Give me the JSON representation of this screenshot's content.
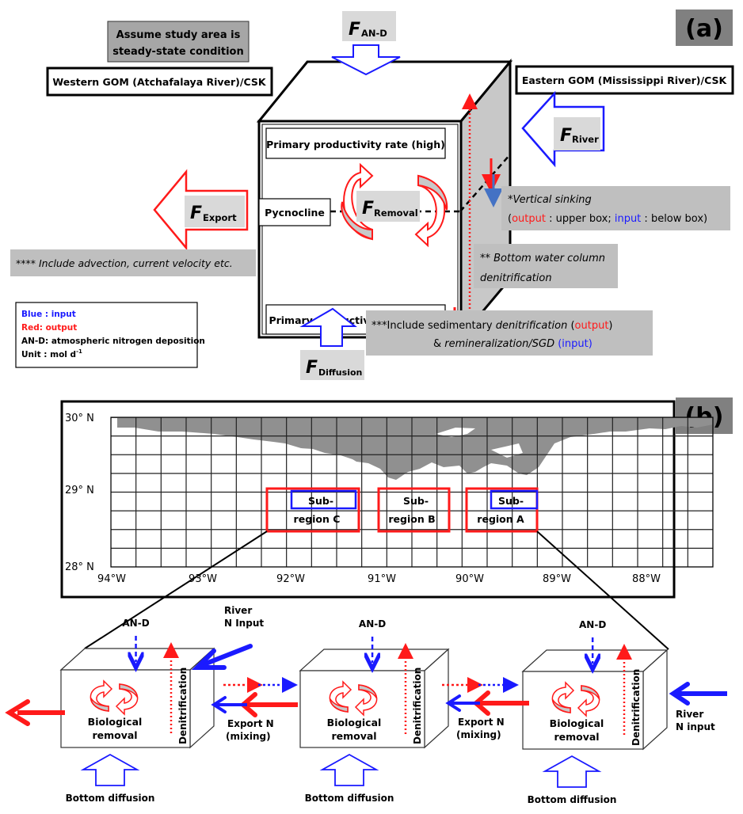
{
  "panel_a": {
    "label": "(a)",
    "assumption": [
      "Assume study area is",
      "steady-state condition"
    ],
    "western_label": "Western GOM (Atchafalaya River)/CSK",
    "eastern_label": "Eastern GOM (Mississippi River)/CSK",
    "fluxes": {
      "atm": {
        "symbol": "F",
        "sub": "AN-D"
      },
      "river": {
        "symbol": "F",
        "sub": "River"
      },
      "export": {
        "symbol": "F",
        "sub": "Export"
      },
      "removal": {
        "symbol": "F",
        "sub": "Removal"
      },
      "diffusion": {
        "symbol": "F",
        "sub": "Diffusion"
      }
    },
    "layers": {
      "upper": "Primary productivity rate (high)",
      "pycnocline": "Pycnocline",
      "lower": "Primary productivity rate (low)"
    },
    "notes": {
      "vertical_sinking_title": "*Vertical sinking",
      "vertical_sinking_open": "(",
      "vertical_sinking_output": "output",
      "vertical_sinking_mid": " : upper box; ",
      "vertical_sinking_input": "input",
      "vertical_sinking_end": " : below box)",
      "bottom_denit_1": "** Bottom water column",
      "bottom_denit_2": "denitrification",
      "sediment_prefix": "***Include sedimentary ",
      "sediment_denit": "denitrification",
      "sediment_output": "output",
      "sediment_line2_prefix": "& ",
      "sediment_remin": "remineralization/SGD",
      "sediment_input": "(input)",
      "advection": "**** Include advection, current velocity etc."
    },
    "legend": {
      "blue": "Blue : input",
      "red": "Red: output",
      "and": "AN-D: atmospheric nitrogen deposition",
      "unit": "Unit : mol d",
      "unit_sup": "-1"
    }
  },
  "panel_b": {
    "label": "(b)",
    "map": {
      "lat_labels": [
        "30° N",
        "29° N",
        "28° N"
      ],
      "lon_labels": [
        "94°W",
        "93°W",
        "92°W",
        "91°W",
        "90°W",
        "89°W",
        "88°W"
      ],
      "subregions": [
        {
          "name": "C",
          "line1": "Sub-",
          "line2": "region C"
        },
        {
          "name": "B",
          "line1": "Sub-",
          "line2": "region B"
        },
        {
          "name": "A",
          "line1": "Sub-",
          "line2": "region A"
        }
      ]
    },
    "boxes": {
      "and_label": "AN-D",
      "denit_label": "Denitrification",
      "bio_line1": "Biological",
      "bio_line2": "removal",
      "bottom_label": "Bottom diffusion",
      "export_line1": "Export N",
      "export_line2": "(mixing)",
      "river_west_1": "River",
      "river_west_2": "N Input",
      "river_east_1": "River",
      "river_east_2": "N input"
    }
  },
  "colors": {
    "input": "#1a1aff",
    "output": "#ff1a1a",
    "note_bg": "#bfbfbf",
    "label_bg": "#808080",
    "land": "#909090"
  }
}
